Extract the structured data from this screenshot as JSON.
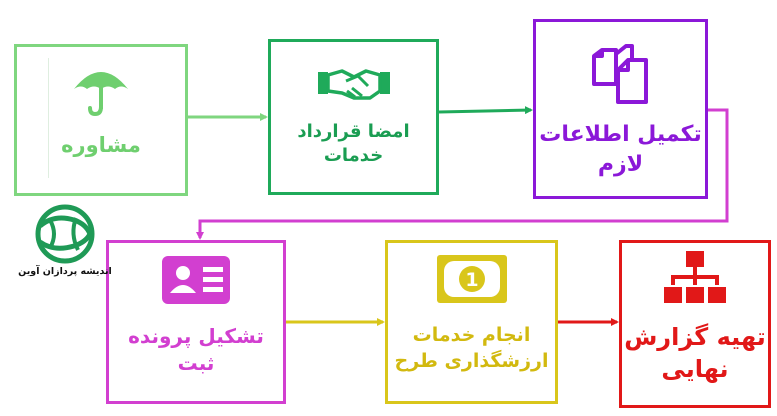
{
  "steps": [
    {
      "id": 1,
      "label": "مشاوره",
      "icon": "umbrella-icon",
      "color": "#6fcf6f"
    },
    {
      "id": 2,
      "label": "امضا قرارداد\nخدمات",
      "icon": "handshake-icon",
      "color": "#1a9d52"
    },
    {
      "id": 3,
      "label": "تکمیل اطلاعات\nلازم",
      "icon": "documents-icon",
      "color": "#8b18d8"
    },
    {
      "id": 4,
      "label": "تشکیل پرونده\nثبت",
      "icon": "id-card-icon",
      "color": "#d23fd0"
    },
    {
      "id": 5,
      "label": "انجام خدمات\nارزشگذاری طرح",
      "icon": "banknote-icon",
      "color": "#d2b90f"
    },
    {
      "id": 6,
      "label": "تهیه گزارش\nنهایی",
      "icon": "org-chart-icon",
      "color": "#e11818"
    }
  ],
  "logo": {
    "text": "اندیشه پردازان آوین",
    "color": "#1f9a56"
  }
}
